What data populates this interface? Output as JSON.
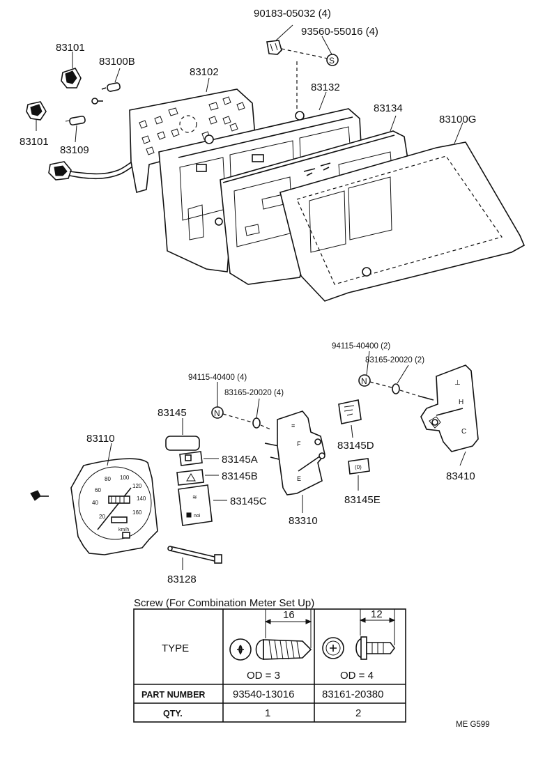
{
  "top_labels": {
    "screw_top": "90183-05032 (4)",
    "nut_top": "93560-55016 (4)",
    "p83101_a": "83101",
    "p83100b": "83100B",
    "p83102": "83102",
    "p83132": "83132",
    "p83134": "83134",
    "p83100g": "83100G",
    "p83101_b": "83101",
    "p83109": "83109",
    "nut_symbol": "S"
  },
  "bottom_labels": {
    "screw_right": "94115-40400 (2)",
    "washer_right": "83165-20020 (2)",
    "screw_mid": "94115-40400 (4)",
    "washer_mid": "83165-20020 (4)",
    "p83145": "83145",
    "p83110": "83110",
    "p83145a": "83145A",
    "p83145b": "83145B",
    "p83145c": "83145C",
    "p83310": "83310",
    "p83145d": "83145D",
    "p83145e": "83145E",
    "p83410": "83410",
    "p83128": "83128",
    "n_symbol_mid": "N",
    "n_symbol_right": "N"
  },
  "gauge": {
    "numbers": [
      "20",
      "40",
      "60",
      "80",
      "100",
      "120",
      "140",
      "160"
    ],
    "unit": "km/h"
  },
  "screw_table": {
    "caption": "Screw (For Combination Meter Set Up)",
    "row_type_label": "TYPE",
    "row_part_label": "PART NUMBER",
    "row_qty_label": "QTY.",
    "col1": {
      "dim": "16",
      "od": "OD = 3",
      "part": "93540-13016",
      "qty": "1"
    },
    "col2": {
      "dim": "12",
      "od": "OD = 4",
      "part": "83161-20380",
      "qty": "2"
    }
  },
  "footer_code": "ME G599"
}
